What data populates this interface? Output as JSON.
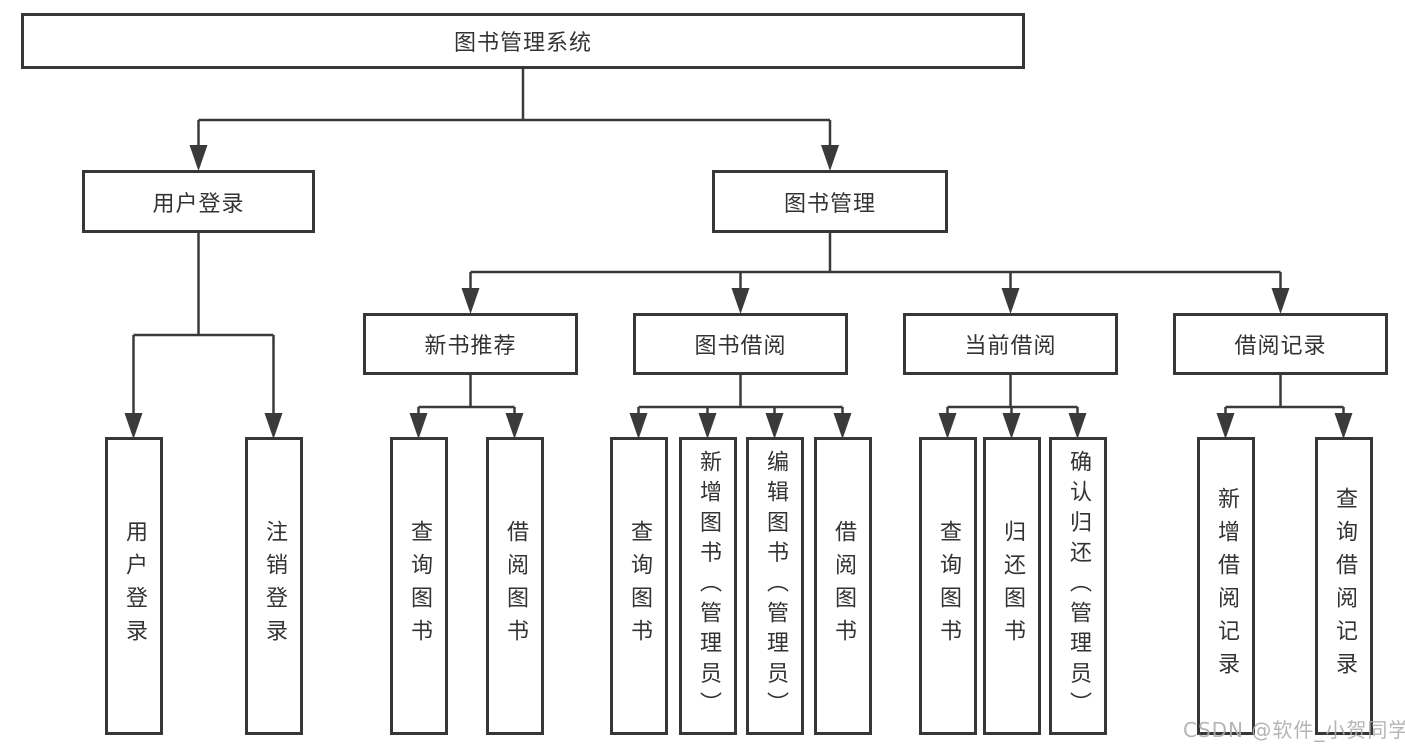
{
  "diagram": {
    "title": "图书管理系统",
    "root": {
      "label": "图书管理系统"
    },
    "level1": [
      {
        "label": "用户登录"
      },
      {
        "label": "图书管理"
      }
    ],
    "level2": [
      {
        "label": "新书推荐"
      },
      {
        "label": "图书借阅"
      },
      {
        "label": "当前借阅"
      },
      {
        "label": "借阅记录"
      }
    ],
    "leaves": [
      {
        "label": "用户登录"
      },
      {
        "label": "注销登录"
      },
      {
        "label": "查询图书"
      },
      {
        "label": "借阅图书"
      },
      {
        "label": "查询图书"
      },
      {
        "label": "新增图书（管理员）"
      },
      {
        "label": "编辑图书（管理员）"
      },
      {
        "label": "借阅图书"
      },
      {
        "label": "查询图书"
      },
      {
        "label": "归还图书"
      },
      {
        "label": "确认归还（管理员）"
      },
      {
        "label": "新增借阅记录"
      },
      {
        "label": "查询借阅记录"
      }
    ]
  },
  "watermark": {
    "text": "CSDN @软件_小贺同学"
  },
  "colors": {
    "line": "#3a3a3a",
    "box_border": "#373737",
    "text": "#333333",
    "watermark": "#adadad",
    "background": "#ffffff"
  }
}
